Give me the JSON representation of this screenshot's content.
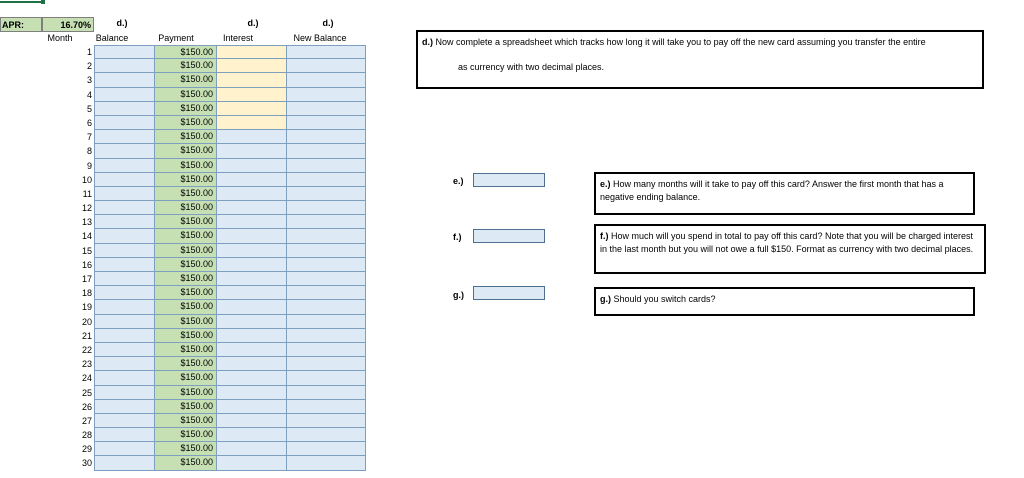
{
  "apr": {
    "label": "APR:",
    "value": "16.70%"
  },
  "headers": {
    "month": "Month",
    "balance_tag": "d.)",
    "balance": "Balance",
    "payment": "Payment",
    "interest_tag": "d.)",
    "interest": "Interest",
    "newbal_tag": "d.)",
    "newbal": "New Balance"
  },
  "rows": [
    {
      "month": "1",
      "payment": "$150.00"
    },
    {
      "month": "2",
      "payment": "$150.00"
    },
    {
      "month": "3",
      "payment": "$150.00"
    },
    {
      "month": "4",
      "payment": "$150.00"
    },
    {
      "month": "5",
      "payment": "$150.00"
    },
    {
      "month": "6",
      "payment": "$150.00"
    },
    {
      "month": "7",
      "payment": "$150.00"
    },
    {
      "month": "8",
      "payment": "$150.00"
    },
    {
      "month": "9",
      "payment": "$150.00"
    },
    {
      "month": "10",
      "payment": "$150.00"
    },
    {
      "month": "11",
      "payment": "$150.00"
    },
    {
      "month": "12",
      "payment": "$150.00"
    },
    {
      "month": "13",
      "payment": "$150.00"
    },
    {
      "month": "14",
      "payment": "$150.00"
    },
    {
      "month": "15",
      "payment": "$150.00"
    },
    {
      "month": "16",
      "payment": "$150.00"
    },
    {
      "month": "17",
      "payment": "$150.00"
    },
    {
      "month": "18",
      "payment": "$150.00"
    },
    {
      "month": "19",
      "payment": "$150.00"
    },
    {
      "month": "20",
      "payment": "$150.00"
    },
    {
      "month": "21",
      "payment": "$150.00"
    },
    {
      "month": "22",
      "payment": "$150.00"
    },
    {
      "month": "23",
      "payment": "$150.00"
    },
    {
      "month": "24",
      "payment": "$150.00"
    },
    {
      "month": "25",
      "payment": "$150.00"
    },
    {
      "month": "26",
      "payment": "$150.00"
    },
    {
      "month": "27",
      "payment": "$150.00"
    },
    {
      "month": "28",
      "payment": "$150.00"
    },
    {
      "month": "29",
      "payment": "$150.00"
    },
    {
      "month": "30",
      "payment": "$150.00"
    }
  ],
  "highlighted_interest_rows": 6,
  "questions": {
    "d": {
      "tag": "d.)",
      "line1": " Now complete a spreadsheet which tracks how long it will take you to pay off the new card assuming you transfer the entire",
      "line2": "as currency with two decimal places."
    },
    "e": {
      "label": "e.)",
      "tag": "e.)",
      "text": " How many months will it take to pay off this card? Answer the first month that has a negative ending balance."
    },
    "f": {
      "label": "f.)",
      "tag": "f.)",
      "text": " How much will you spend in total to pay off this card? Note that you will be charged interest in the last month but you will not owe a full $150.  Format as currency with two decimal places."
    },
    "g": {
      "label": "g.)",
      "tag": "g.)",
      "text": " Should you switch cards?"
    }
  },
  "colors": {
    "green": "#c6e0b4",
    "blue_cell": "#dde9f5",
    "yellow_cell": "#fff2cc",
    "selection": "#1e7145"
  }
}
